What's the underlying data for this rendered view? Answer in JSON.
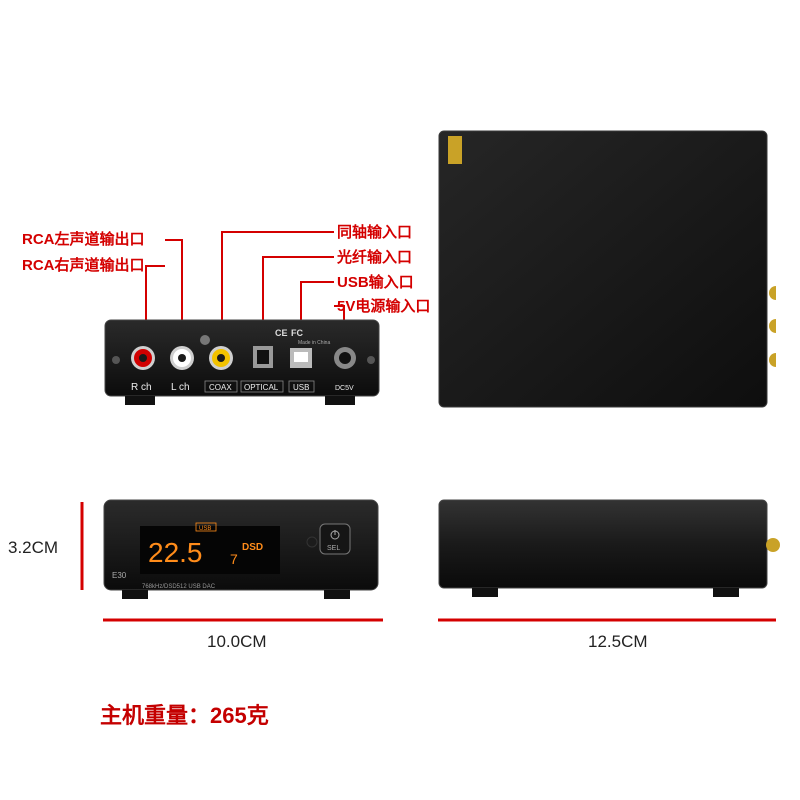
{
  "callouts": {
    "rca_left": "RCA左声道输出口",
    "rca_right": "RCA右声道输出口",
    "coax": "同轴输入口",
    "optical": "光纤输入口",
    "usb": "USB输入口",
    "power": "5V电源输入口"
  },
  "back_panel": {
    "r_ch": "R ch",
    "l_ch": "L ch",
    "coax": "COAX",
    "optical": "OPTICAL",
    "usb": "USB",
    "dc": "DC5V",
    "cert_ce": "CE",
    "cert_fc": "FC",
    "made_in": "Made in China"
  },
  "front_panel": {
    "model": "E30",
    "display_value": "22.5",
    "display_sub": "7",
    "display_mode": "DSD",
    "display_input": "USB",
    "spec_line": "768kHz/DSD512 USB DAC",
    "sel_label": "SEL"
  },
  "dimensions": {
    "height": "3.2CM",
    "width": "10.0CM",
    "depth": "12.5CM"
  },
  "weight": "主机重量：265克",
  "colors": {
    "accent_red": "#d40000",
    "device_black": "#141414",
    "display_orange": "#ff8c1a"
  }
}
